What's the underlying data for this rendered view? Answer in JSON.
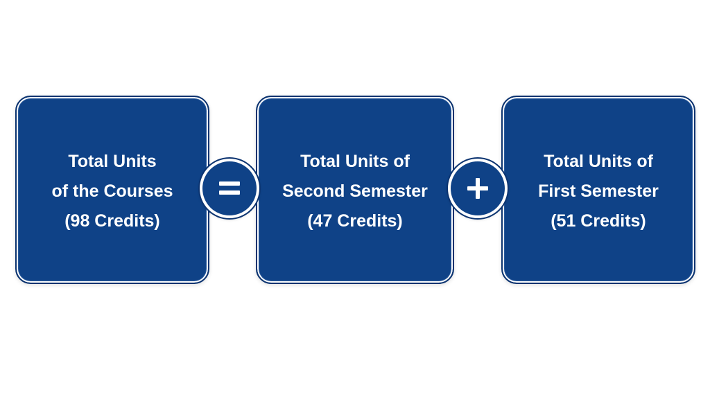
{
  "diagram": {
    "boxes": [
      {
        "lines": [
          "Total Units",
          "of the Courses",
          "(98 Credits)"
        ]
      },
      {
        "lines": [
          "Total Units of",
          "Second Semester",
          "(47 Credits)"
        ]
      },
      {
        "lines": [
          "Total Units of",
          "First Semester",
          "(51 Credits)"
        ]
      }
    ],
    "operators": [
      {
        "symbol": "=",
        "icon": "equals-icon"
      },
      {
        "symbol": "+",
        "icon": "plus-icon"
      }
    ],
    "colors": {
      "box_fill": "#0f4287",
      "box_border": "#0b3370",
      "text": "#ffffff",
      "background": "#ffffff"
    }
  }
}
